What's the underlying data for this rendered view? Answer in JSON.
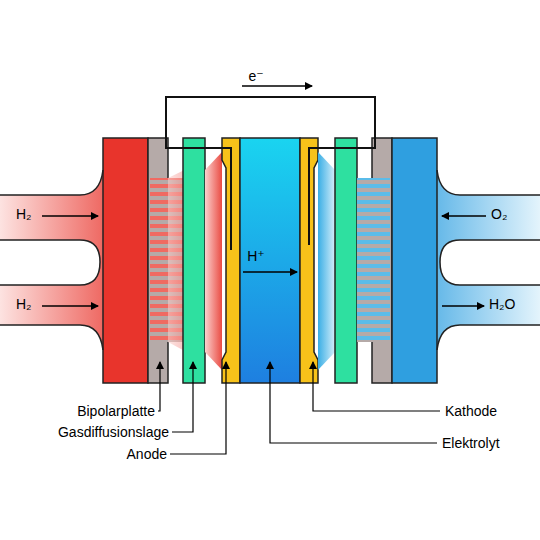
{
  "diagram": {
    "labels": [
      "e⁻",
      "H₂",
      "H₂",
      "O₂",
      "H₂O",
      "H⁺",
      "Bipolarplatte",
      "Gasdiffusionslage",
      "Anode",
      "Kathode",
      "Elektrolyt"
    ]
  }
}
